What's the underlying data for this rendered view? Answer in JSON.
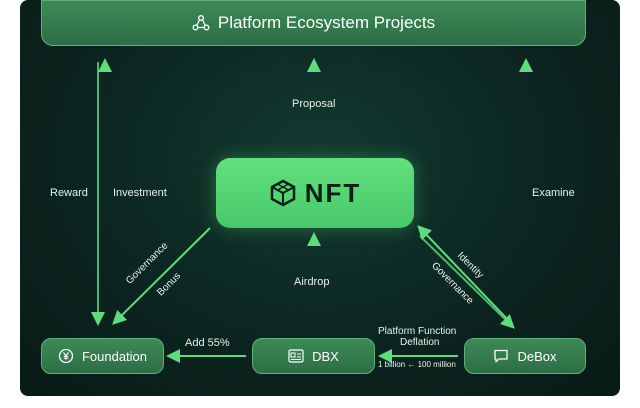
{
  "top_box": {
    "title": "Platform Ecosystem Projects",
    "icon": "network-icon"
  },
  "center_box": {
    "title": "NFT",
    "icon": "cube-logo-icon"
  },
  "bottom_boxes": {
    "foundation": {
      "title": "Foundation",
      "icon": "yen-coin-icon"
    },
    "dbx": {
      "title": "DBX",
      "icon": "id-card-icon"
    },
    "debox": {
      "title": "DeBox",
      "icon": "chat-bubble-icon"
    }
  },
  "labels": {
    "proposal": "Proposal",
    "reward": "Reward",
    "investment": "Investment",
    "examine": "Examine",
    "governance_left": "Governance",
    "bonus": "Bonus",
    "airdrop": "Airdrop",
    "identity": "Identity",
    "governance_right": "Governance",
    "add_55": "Add 55%",
    "platform_function": "Platform Function",
    "deflation": "Deflation",
    "billion": "1 billion ← 100 million"
  },
  "colors": {
    "arrow": "#5fdc7e",
    "box": "#3d8a56",
    "nft": "#55d271",
    "background": "#0c2520"
  }
}
